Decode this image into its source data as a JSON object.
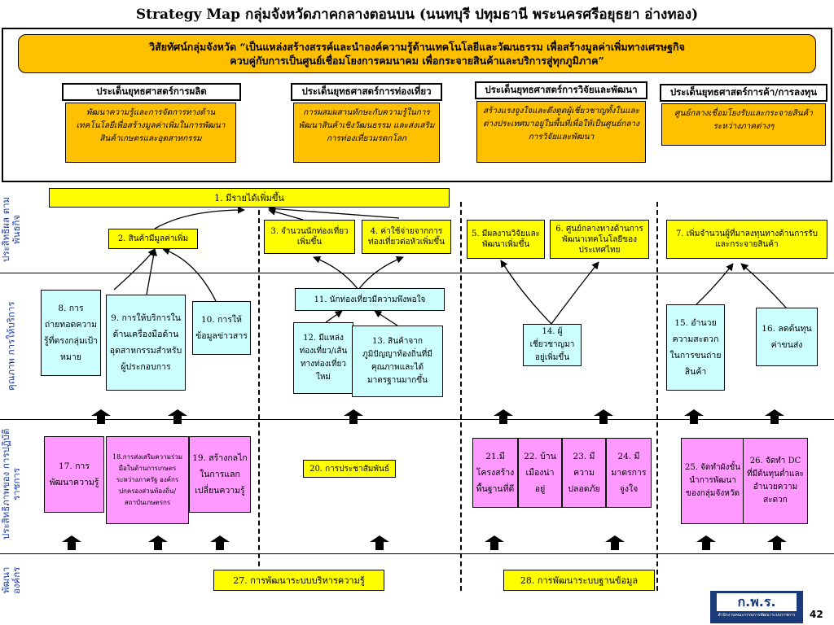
{
  "title": "Strategy  Map  กลุ่มจังหวัดภาคกลางตอนบน (นนทบุรี ปทุมธานี พระนครศรีอยุธยา อ่างทอง)",
  "vision": {
    "line1": "วิสัยทัศน์กลุ่มจังหวัด “เป็นแหล่งสร้างสรรค์และนำองค์ความรู้ด้านเทคโนโลยีและวัฒนธรรม เพื่อสร้างมูลค่าเพิ่มทางเศรษฐกิจ",
    "line2": "ควบคู่กับการเป็นศูนย์เชื่อมโยงการคมนาคม เพื่อกระจายสินค้าและบริการสู่ทุกภูมิภาค”"
  },
  "strategies": [
    {
      "title": "ประเด็นยุทธศาสตร์การผลิต",
      "desc": "พัฒนาความรู้และการจัดการทางด้านเทคโนโลยีเพื่อสร้างมูลค่าเพิ่มในการพัฒนาสินค้าเกษตรและอุตสาหกรรม"
    },
    {
      "title": "ประเด็นยุทธศาสตร์การท่องเที่ยว",
      "desc": "การผสมผสานทักษะกับความรู้ในการพัฒนาสินค้าเชิงวัฒนธรรม และส่งเสริมการท่องเที่ยวมรดกโลก"
    },
    {
      "title": "ประเด็นยุทธศาสตร์การวิจัยและพัฒนา",
      "desc": "สร้างแรงจูงใจและดึงดูดผู้เชี่ยวชาญทั้งในและต่างประเทศมาอยู่ในพื้นที่เพื่อให้เป็นศูนย์กลางการวิจัยและพัฒนา"
    },
    {
      "title": "ประเด็นยุทธศาสตร์การค้า/การลงทุน",
      "desc": "ศูนย์กลางเชื่อมโยงรับและกระจายสินค้าระหว่างภาคต่างๆ"
    }
  ],
  "perspectives": {
    "p1": "ประสิทธิผล ตามพันธกิจ",
    "p2": "คุณภาพ การให้บริการ",
    "p3": "ประสิทธิภาพของ การปฏิบัติราชการ",
    "p4": "พัฒนา องค์กร"
  },
  "objectives": {
    "o1": "1. มีรายได้เพิ่มขึ้น",
    "o2": "2. สินค้ามีมูลค่าเพิ่ม",
    "o3": "3. จำนวนนักท่องเที่ยวเพิ่มขึ้น",
    "o4": "4. ค่าใช้จ่ายจากการท่องเที่ยวต่อหัวเพิ่มขึ้น",
    "o5": "5. มีผลงานวิจัยและพัฒนาเพิ่มขึ้น",
    "o6": "6. ศูนย์กลางทางด้านการพัฒนาเทคโนโลยีของประเทศไทย",
    "o7": "7. เพิ่มจำนวนผู้ที่มาลงทุนทางด้านการรับและกระจายสินค้า",
    "o8": "8. การถ่ายทอดความรู้ที่ตรงกลุ่มเป้าหมาย",
    "o9": "9. การให้บริการในด้านเครื่องมือด้านอุตสาหกรรมสำหรับผู้ประกอบการ",
    "o10": "10. การให้ข้อมูลข่าวสาร",
    "o11": "11. นักท่องเที่ยวมีความพึงพอใจ",
    "o12": "12. มีแหล่งท่องเที่ยว/เส้นทางท่องเที่ยวใหม่",
    "o13": "13. สินค้าจากภูมิปัญญาท้องถิ่นที่มีคุณภาพและได้มาตรฐานมากขึ้น",
    "o14": "14. ผู้เชี่ยวชาญมาอยู่เพิ่มขึ้น",
    "o15": "15. อำนวยความสะดวกในการขนถ่ายสินค้า",
    "o16": "16. ลดต้นทุนค่าขนส่ง",
    "o17": "17. การพัฒนาความรู้",
    "o18": "18.การส่งเสริมความร่วมมือในด้านการเกษตร ระหว่างภาครัฐ องค์กรปกครองส่วนท้องถิ่น/สถาบันเกษตรกร",
    "o19": "19. สร้างกลไกในการแลกเปลี่ยนความรู้",
    "o20": "20. การประชาสัมพันธ์",
    "o21": "21.มีโครงสร้างพื้นฐานที่ดี",
    "o22": "22. บ้านเมืองน่าอยู่",
    "o23": "23. มีความปลอดภัย",
    "o24": "24. มีมาตรการจูงใจ",
    "o25": "25. จัดทำผังขั้นนำการพัฒนาของกลุ่มจังหวัด",
    "o26": "26. จัดทำ DC ที่มีต้นทุนต่ำและอำนวยความสะดวก",
    "o27": "27. การพัฒนาระบบบริหารความรู้",
    "o28": "28. การพัฒนาระบบฐานข้อมูล"
  },
  "logo": {
    "main": "ก.พ.ร.",
    "sub": "สำนักงานคณะกรรมการพัฒนาระบบราชการ"
  },
  "page_number": "42",
  "colors": {
    "strategy_fill": "#ffc000",
    "outcome_fill": "#ffff00",
    "service_fill": "#ccffff",
    "process_fill": "#ff99ff",
    "perspective_text": "#1f3fa8"
  }
}
